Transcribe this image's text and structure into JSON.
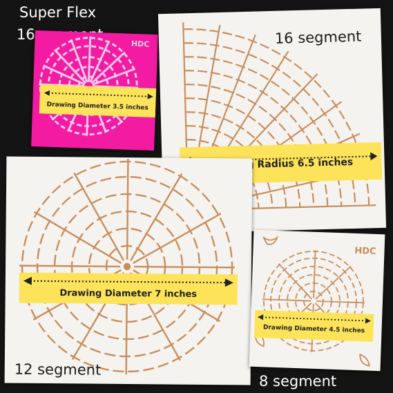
{
  "labels": {
    "super_flex_line1": "Super Flex",
    "super_flex_line2": "16 segment",
    "quarter_segment": "16 segment",
    "large_segment": "12 segment",
    "small_segment": "8 segment"
  },
  "banners": {
    "pink_banner": "Drawing Diameter 3.5 inches",
    "quarter_banner": "Drawing Radius 6.5 inches",
    "large_banner": "Drawing Diameter 7 inches",
    "small_banner": "Drawing Diameter 4.5 inches"
  },
  "logos": {
    "pink_logo": "HDC",
    "small_logo": "HDC"
  },
  "colors": {
    "background": "#141414",
    "card": "#f5f3ef",
    "stencil_line": "#c98d5c",
    "pink": "#f21ba2",
    "banner": "#fde35a"
  },
  "icons": [
    "double-arrow-icon",
    "hdc-logo"
  ]
}
